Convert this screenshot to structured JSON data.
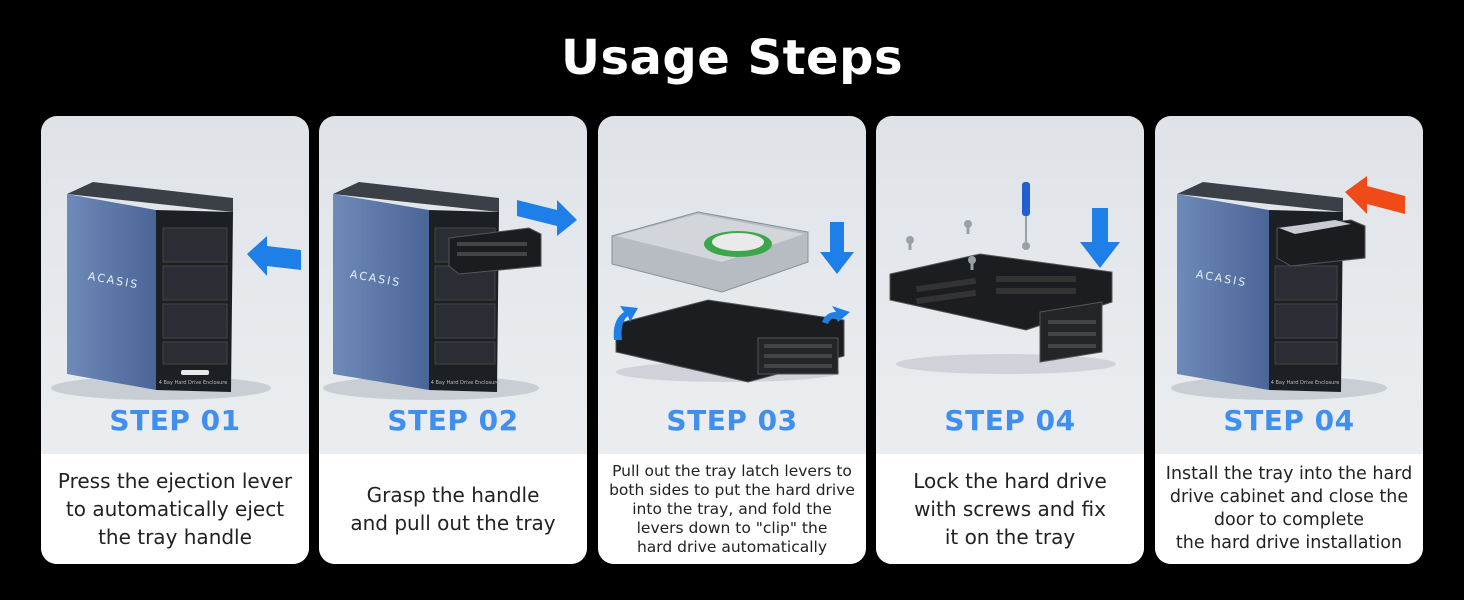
{
  "page": {
    "title": "Usage Steps"
  },
  "colors": {
    "step_blue": "#3f8ff0",
    "arrow_blue": "#1e7fe8",
    "arrow_red": "#f04a18",
    "enclosure": "#5a77a8"
  },
  "device": {
    "brand": "ACASIS",
    "panel_text": "4 Bay Hard Drive Enclosure"
  },
  "steps": [
    {
      "label": "STEP 01",
      "description": "Press the ejection lever\nto automatically eject\nthe tray handle",
      "arrow_icon": "arrow-left-icon"
    },
    {
      "label": "STEP 02",
      "description": "Grasp the handle\nand pull out the tray",
      "arrow_icon": "arrow-right-icon"
    },
    {
      "label": "STEP 03",
      "description": "Pull out the tray latch levers to\nboth sides to put the hard drive\ninto the tray, and fold the\nlevers down to \"clip\" the\nhard drive automatically",
      "arrow_icon": "arrow-down-icon"
    },
    {
      "label": "STEP 04",
      "description": "Lock the hard drive\nwith screws and fix\nit on the tray",
      "arrow_icon": "arrow-down-icon"
    },
    {
      "label": "STEP 04",
      "description": "Install the tray into the hard\ndrive cabinet and close the\ndoor to complete\nthe hard drive installation",
      "arrow_icon": "arrow-left-icon"
    }
  ]
}
